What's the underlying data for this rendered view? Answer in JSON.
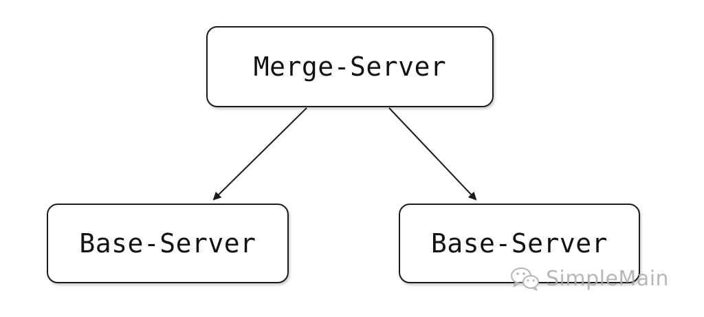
{
  "diagram": {
    "nodes": [
      {
        "id": "merge",
        "label": "Merge-Server"
      },
      {
        "id": "base-left",
        "label": "Base-Server"
      },
      {
        "id": "base-right",
        "label": "Base-Server"
      }
    ],
    "edges": [
      {
        "from": "merge",
        "to": "base-left"
      },
      {
        "from": "merge",
        "to": "base-right"
      }
    ]
  },
  "watermark": {
    "text": "SimpleMain",
    "icon": "wechat-icon"
  },
  "colors": {
    "stroke": "#1a1a1a",
    "watermark": "#aaaaaa"
  }
}
